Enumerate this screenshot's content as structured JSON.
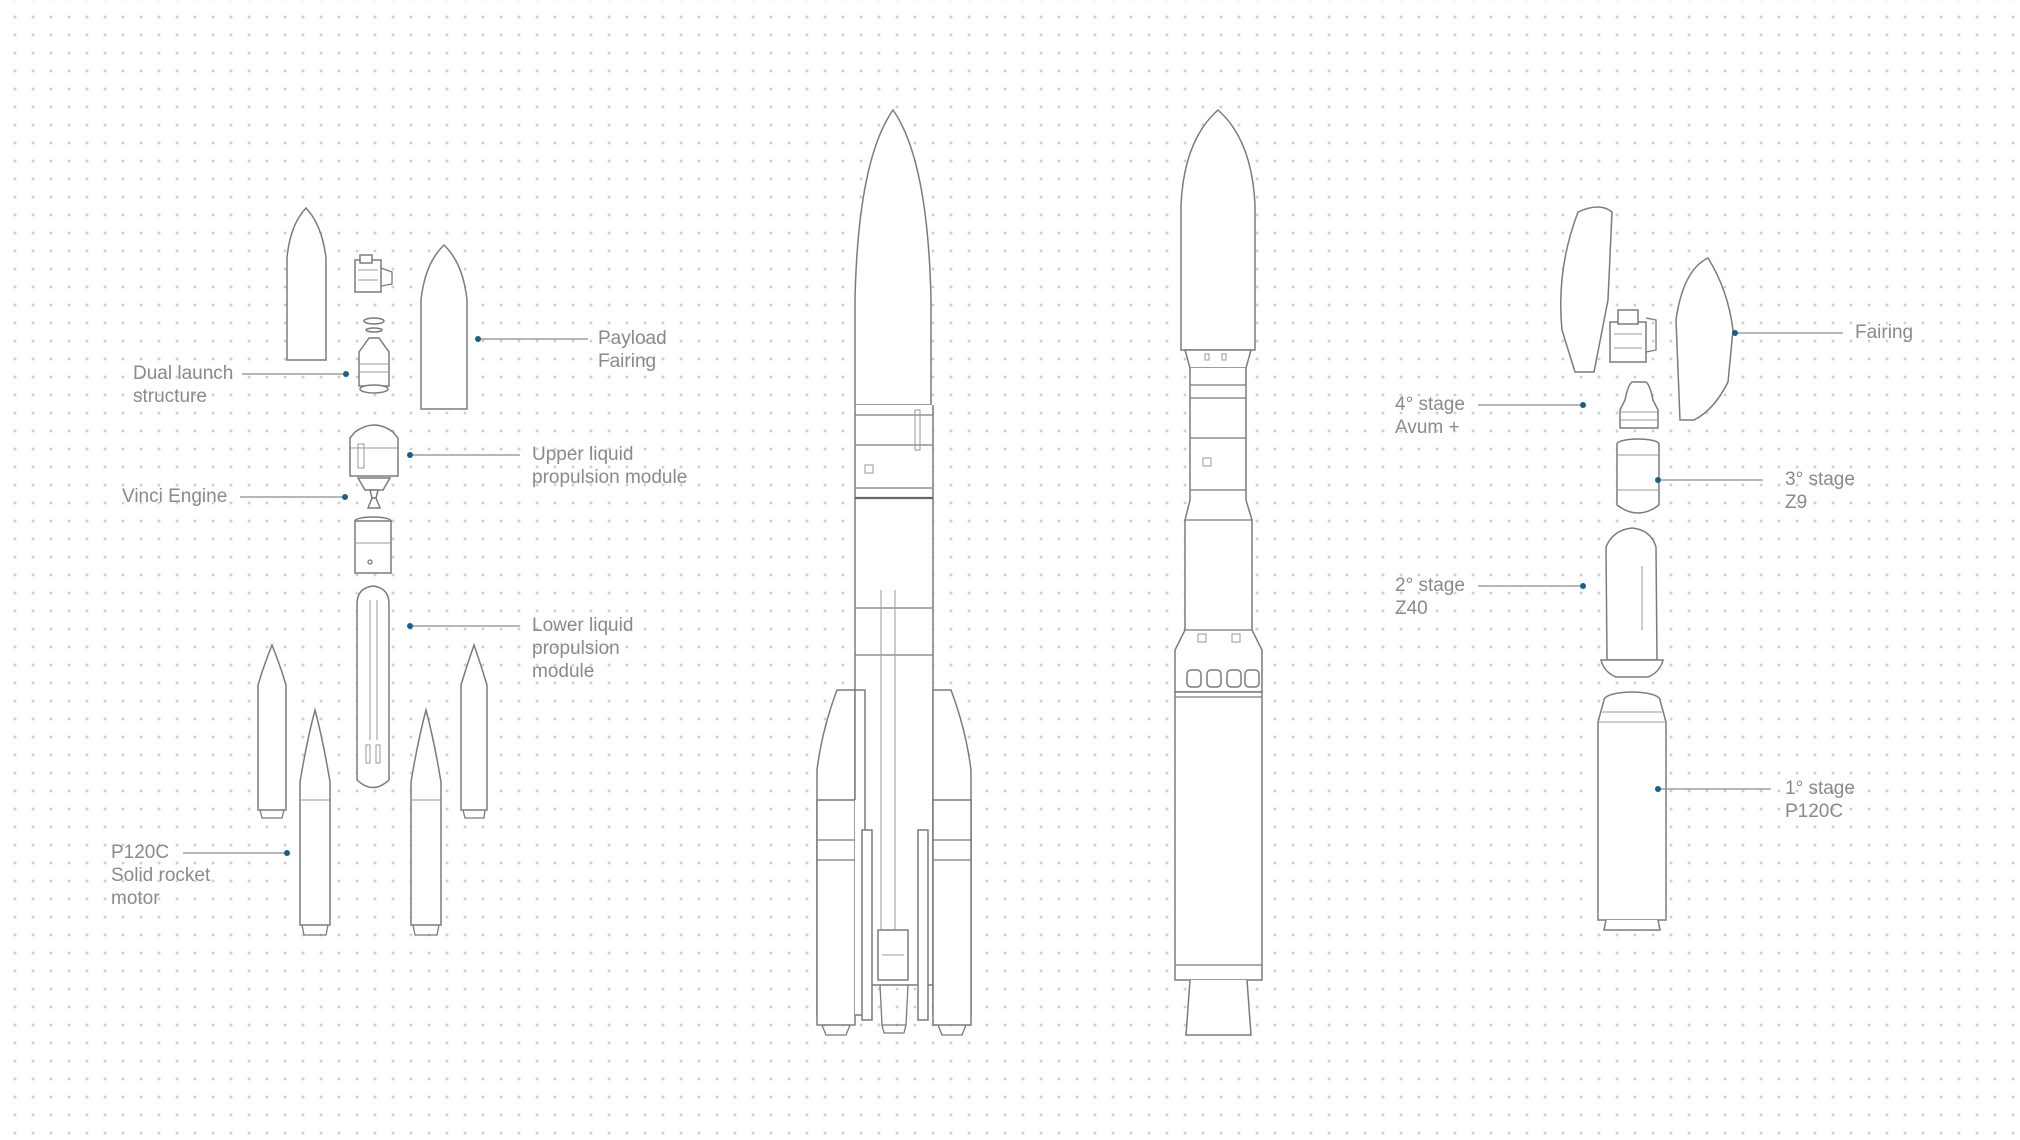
{
  "labels": {
    "dual_launch_structure": [
      "Dual launch",
      "structure"
    ],
    "payload_fairing": [
      "Payload",
      "Fairing"
    ],
    "upper_liquid": [
      "Upper liquid",
      "propulsion module"
    ],
    "vinci_engine": [
      "Vinci Engine"
    ],
    "lower_liquid": [
      "Lower liquid",
      "propulsion",
      "module"
    ],
    "p120c_motor": [
      "P120C",
      "Solid rocket",
      "motor"
    ],
    "fairing": [
      "Fairing"
    ],
    "stage4": [
      "4° stage",
      "Avum +"
    ],
    "stage3": [
      "3° stage",
      "Z9"
    ],
    "stage2": [
      "2° stage",
      "Z40"
    ],
    "stage1": [
      "1° stage",
      "P120C"
    ]
  },
  "colors": {
    "label_text": "#8a8a8a",
    "leader_dot": "#1c5e86",
    "outline": "#7b7b7b",
    "grid_dots": "#cfcfcf"
  }
}
